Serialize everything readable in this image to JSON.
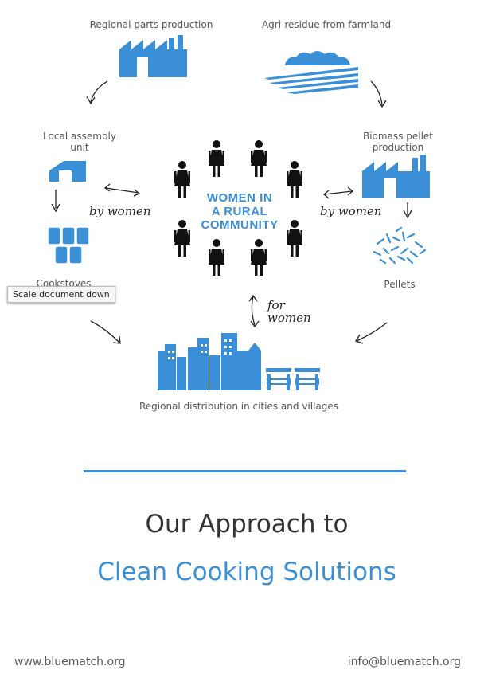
{
  "diagram": {
    "nodes": {
      "regional_parts": "Regional parts production",
      "agri_residue": "Agri-residue from farmland",
      "local_assembly": "Local assembly\nunit",
      "biomass_pellet": "Biomass pellet\nproduction",
      "cookstoves": "Cookstoves",
      "pellets": "Pellets",
      "distribution": "Regional distribution in cities and villages"
    },
    "center": {
      "line1": "WOMEN IN",
      "line2": "A RURAL",
      "line3": "COMMUNITY"
    },
    "connectors": {
      "by_women_left": "by women",
      "by_women_right": "by women",
      "for": "for",
      "women": "women"
    }
  },
  "headline": {
    "line1": "Our Approach to",
    "line2": "Clean Cooking Solutions"
  },
  "footer": {
    "website": "www.bluematch.org",
    "email": "info@bluematch.org"
  },
  "tooltip": "Scale document down",
  "colors": {
    "accent": "#3a8fd6",
    "figure": "#111111"
  }
}
